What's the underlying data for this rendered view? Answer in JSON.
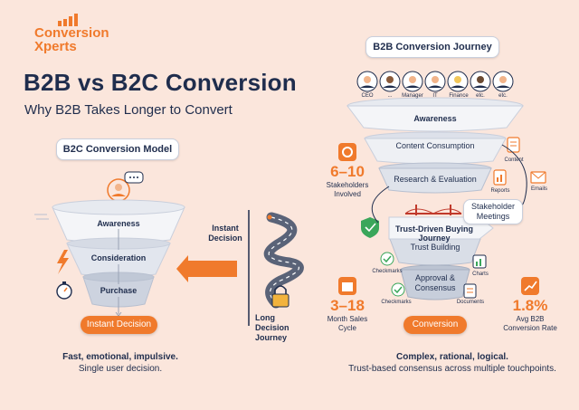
{
  "brand": {
    "logo_text": "Conversion Xperts"
  },
  "header": {
    "title": "B2B vs B2C Conversion",
    "subtitle": "Why B2B Takes Longer to Convert"
  },
  "b2c": {
    "heading": "B2C Conversion Model",
    "stages": [
      "Awareness",
      "Consideration",
      "Purchase"
    ],
    "result": "Instant Decision",
    "caption_line1": "Fast, emotional, impulsive.",
    "caption_line2": "Single user decision."
  },
  "middle": {
    "instant_label": "Instant Decision",
    "long_label": "Long Decision Journey"
  },
  "b2b": {
    "heading": "B2B Conversion Journey",
    "stakeholders": [
      "CEO",
      "...",
      "Manager",
      "IT",
      "Finance",
      "etc.",
      "etc."
    ],
    "stages": {
      "awareness": "Awareness",
      "content": "Content Consumption",
      "research": "Research & Evaluation",
      "meetings": "Stakeholder Meetings",
      "trust_journey": "Trust-Driven Buying Journey",
      "trust_building": "Trust Building",
      "approval": "Approval & Consensus"
    },
    "touchpoints": {
      "content": "Content",
      "reports": "Reports",
      "emails": "Emails",
      "charts": "Charts",
      "documents": "Documents",
      "checkmarks_a": "Checkmarks",
      "checkmarks_b": "Checkmarks"
    },
    "result": "Conversion",
    "stats": {
      "stakeholders_value": "6–10",
      "stakeholders_label": "Stakeholders Involved",
      "cycle_value": "3–18",
      "cycle_label": "Month Sales Cycle",
      "rate_value": "1.8%",
      "rate_label": "Avg B2B Conversion Rate"
    },
    "caption_line1": "Complex, rational, logical.",
    "caption_line2": "Trust-based consensus across multiple touchpoints."
  },
  "colors": {
    "background": "#fbe6dc",
    "accent": "#f07a2c",
    "navy": "#1f2d4d",
    "green": "#3aa65a"
  },
  "icons": [
    "bar-chart-icon",
    "user-avatar-icon",
    "speech-bubble-icon",
    "lightning-icon",
    "stopwatch-icon",
    "padlock-icon",
    "gear-icon",
    "calendar-icon",
    "growth-chart-icon",
    "shield-check-icon",
    "bridge-icon"
  ]
}
